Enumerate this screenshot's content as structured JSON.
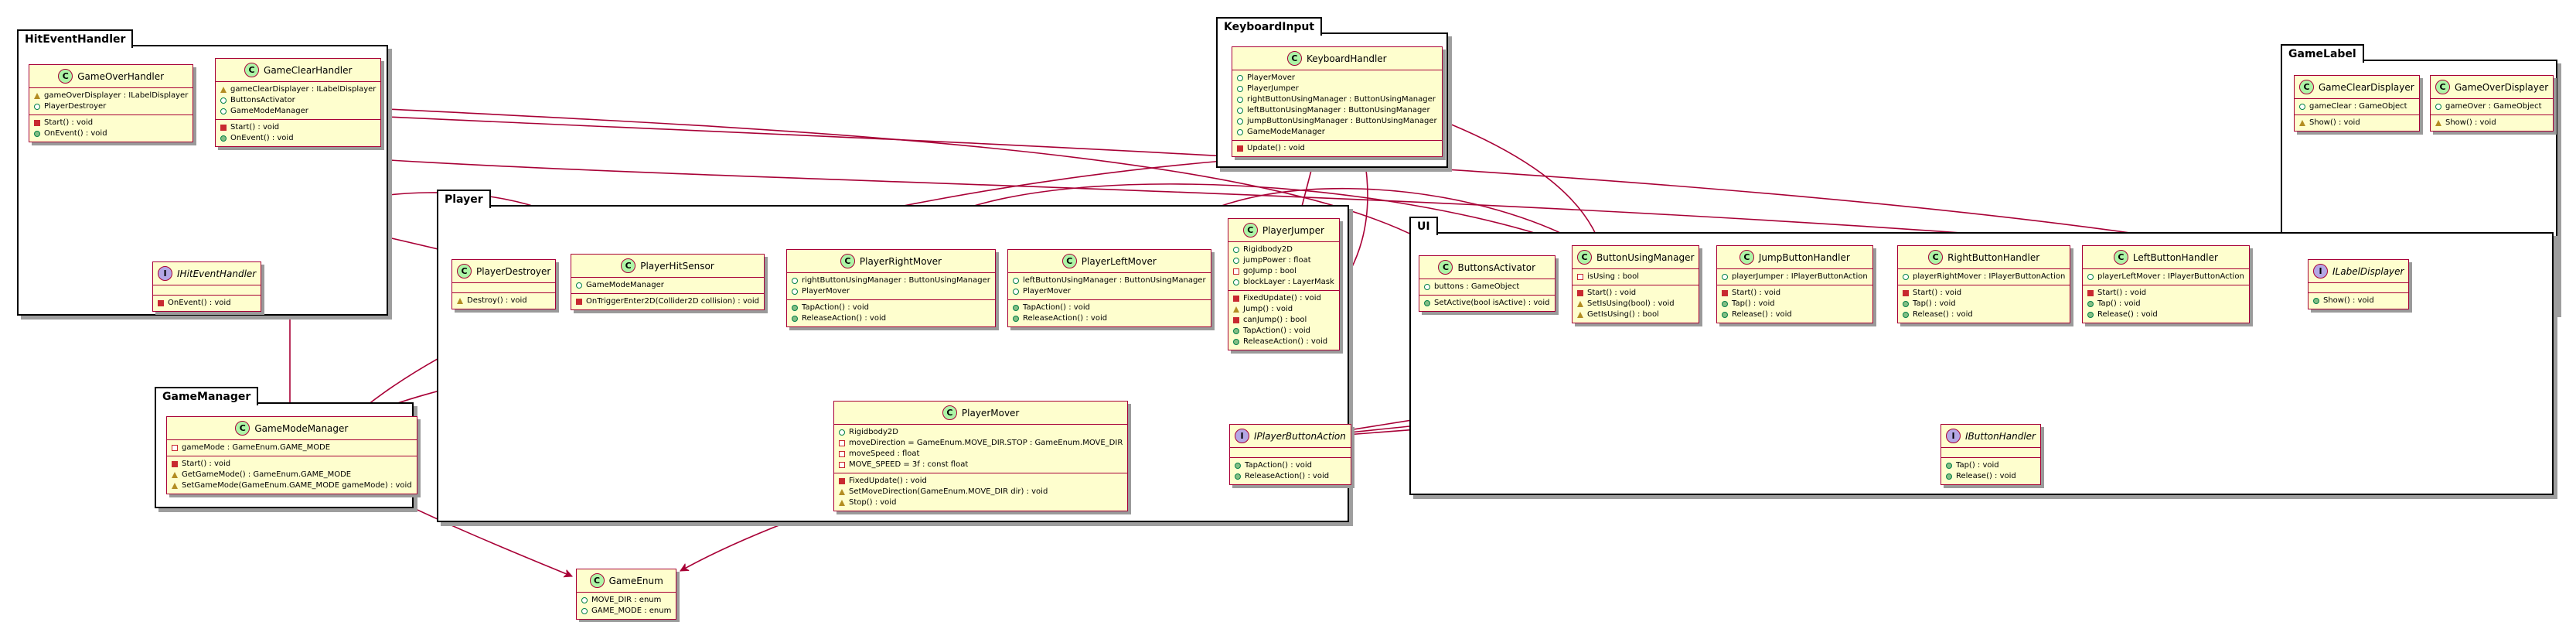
{
  "colors": {
    "class_fill": "#FEFECE",
    "class_border": "#A80036",
    "edge": "#A80036",
    "class_badge": "#ADF5A6",
    "interface_badge": "#B4A7E5"
  },
  "packages": {
    "hit": "HitEventHandler",
    "keyboard": "KeyboardInput",
    "label": "GameLabel",
    "player": "Player",
    "ui": "UI",
    "manager": "GameManager"
  },
  "classes": {
    "gameOverHandler": {
      "name": "GameOverHandler",
      "fields": [
        "gameOverDisplayer : ILabelDisplayer",
        "PlayerDestroyer"
      ],
      "methods": [
        "Start() : void",
        "OnEvent() : void"
      ]
    },
    "gameClearHandler": {
      "name": "GameClearHandler",
      "fields": [
        "gameClearDisplayer : ILabelDisplayer",
        "ButtonsActivator",
        "GameModeManager"
      ],
      "methods": [
        "Start() : void",
        "OnEvent() : void"
      ]
    },
    "iHitEventHandler": {
      "name": "IHitEventHandler",
      "fields": [],
      "methods": [
        "OnEvent() : void"
      ]
    },
    "keyboardHandler": {
      "name": "KeyboardHandler",
      "fields": [
        "PlayerMover",
        "PlayerJumper",
        "rightButtonUsingManager : ButtonUsingManager",
        "leftButtonUsingManager : ButtonUsingManager",
        "jumpButtonUsingManager : ButtonUsingManager",
        "GameModeManager"
      ],
      "methods": [
        "Update() : void"
      ]
    },
    "gameClearDisplayer": {
      "name": "GameClearDisplayer",
      "fields": [
        "gameClear : GameObject"
      ],
      "methods": [
        "Show() : void"
      ]
    },
    "gameOverDisplayer": {
      "name": "GameOverDisplayer",
      "fields": [
        "gameOver : GameObject"
      ],
      "methods": [
        "Show() : void"
      ]
    },
    "iLabelDisplayer": {
      "name": "ILabelDisplayer",
      "fields": [],
      "methods": [
        "Show() : void"
      ]
    },
    "playerDestroyer": {
      "name": "PlayerDestroyer",
      "fields": [],
      "methods": [
        "Destroy() : void"
      ]
    },
    "playerHitSensor": {
      "name": "PlayerHitSensor",
      "fields": [
        "GameModeManager"
      ],
      "methods": [
        "OnTriggerEnter2D(Collider2D collision) : void"
      ]
    },
    "playerRightMover": {
      "name": "PlayerRightMover",
      "fields": [
        "rightButtonUsingManager : ButtonUsingManager",
        "PlayerMover"
      ],
      "methods": [
        "TapAction() : void",
        "ReleaseAction() : void"
      ]
    },
    "playerLeftMover": {
      "name": "PlayerLeftMover",
      "fields": [
        "leftButtonUsingManager : ButtonUsingManager",
        "PlayerMover"
      ],
      "methods": [
        "TapAction() : void",
        "ReleaseAction() : void"
      ]
    },
    "playerJumper": {
      "name": "PlayerJumper",
      "fields": [
        "Rigidbody2D",
        "jumpPower : float",
        "goJump : bool",
        "blockLayer : LayerMask"
      ],
      "methods": [
        "FixedUpdate() : void",
        "Jump() : void",
        "canJump() : bool",
        "TapAction() : void",
        "ReleaseAction() : void"
      ]
    },
    "playerMover": {
      "name": "PlayerMover",
      "fields": [
        "Rigidbody2D",
        "moveDirection = GameEnum.MOVE_DIR.STOP : GameEnum.MOVE_DIR",
        "moveSpeed : float",
        "MOVE_SPEED = 3f : const float"
      ],
      "methods": [
        "FixedUpdate() : void",
        "SetMoveDirection(GameEnum.MOVE_DIR dir) : void",
        "Stop() : void"
      ]
    },
    "iPlayerButtonAction": {
      "name": "IPlayerButtonAction",
      "fields": [],
      "methods": [
        "TapAction() : void",
        "ReleaseAction() : void"
      ]
    },
    "buttonsActivator": {
      "name": "ButtonsActivator",
      "fields": [
        "buttons : GameObject"
      ],
      "methods": [
        "SetActive(bool isActive) : void"
      ]
    },
    "buttonUsingManager": {
      "name": "ButtonUsingManager",
      "fields": [
        "isUsing : bool"
      ],
      "methods": [
        "Start() : void",
        "SetIsUsing(bool) : void",
        "GetIsUsing() : bool"
      ]
    },
    "jumpButtonHandler": {
      "name": "JumpButtonHandler",
      "fields": [
        "playerJumper : IPlayerButtonAction"
      ],
      "methods": [
        "Start() : void",
        "Tap() : void",
        "Release() : void"
      ]
    },
    "rightButtonHandler": {
      "name": "RightButtonHandler",
      "fields": [
        "playerRightMover : IPlayerButtonAction"
      ],
      "methods": [
        "Start() : void",
        "Tap() : void",
        "Release() : void"
      ]
    },
    "leftButtonHandler": {
      "name": "LeftButtonHandler",
      "fields": [
        "playerLeftMover : IPlayerButtonAction"
      ],
      "methods": [
        "Start() : void",
        "Tap() : void",
        "Release() : void"
      ]
    },
    "iButtonHandler": {
      "name": "IButtonHandler",
      "fields": [],
      "methods": [
        "Tap() : void",
        "Release() : void"
      ]
    },
    "gameModeManager": {
      "name": "GameModeManager",
      "fields": [
        "gameMode : GameEnum.GAME_MODE"
      ],
      "methods": [
        "Start() : void",
        "GetGameMode() : GameEnum.GAME_MODE",
        "SetGameMode(GameEnum.GAME_MODE gameMode) : void"
      ]
    },
    "gameEnum": {
      "name": "GameEnum",
      "fields": [
        "MOVE_DIR : enum",
        "GAME_MODE : enum"
      ],
      "methods": []
    }
  }
}
